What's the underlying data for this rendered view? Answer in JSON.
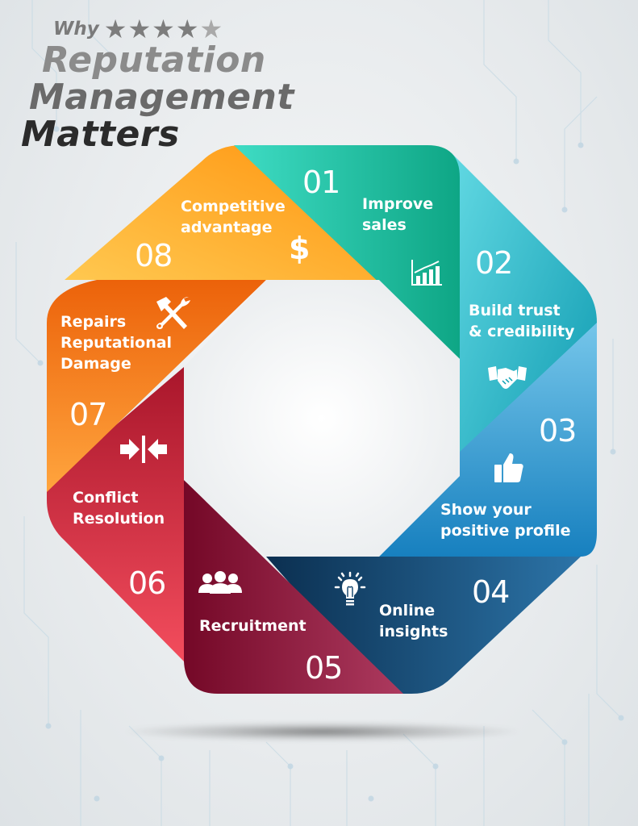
{
  "title": {
    "why": "Why",
    "stars": {
      "filled": 4,
      "total": 5
    },
    "line1": "Reputation",
    "line2": "Management",
    "line3": "Matters"
  },
  "segments": [
    {
      "number": "01",
      "label_lines": [
        "Improve",
        "sales"
      ],
      "icon": "bar-chart-icon",
      "color_start": "#38d9c0",
      "color_end": "#0fa887"
    },
    {
      "number": "02",
      "label_lines": [
        "Build trust",
        "& credibility"
      ],
      "icon": "handshake-icon",
      "color_start": "#5dd5e0",
      "color_end": "#0a9fb3"
    },
    {
      "number": "03",
      "label_lines": [
        "Show your",
        "positive profile"
      ],
      "icon": "thumbs-up-icon",
      "color_start": "#6cc3ea",
      "color_end": "#1a86c4"
    },
    {
      "number": "04",
      "label_lines": [
        "Online",
        "insights"
      ],
      "icon": "lightbulb-icon",
      "color_start": "#0d3558",
      "color_end": "#2a72a6"
    },
    {
      "number": "05",
      "label_lines": [
        "Recruitment"
      ],
      "icon": "group-icon",
      "color_start": "#7a0a2d",
      "color_end": "#a8335a"
    },
    {
      "number": "06",
      "label_lines": [
        "Conflict",
        "Resolution"
      ],
      "icon": "arrows-inward-icon",
      "color_start": "#b0192e",
      "color_end": "#f0485a"
    },
    {
      "number": "07",
      "label_lines": [
        "Repairs",
        "Reputational",
        "Damage"
      ],
      "icon": "hammer-wrench-icon",
      "color_start": "#ef6a0c",
      "color_end": "#ffa03a"
    },
    {
      "number": "08",
      "label_lines": [
        "Competitive",
        "advantage"
      ],
      "icon": "dollar-icon",
      "color_start": "#ffc24a",
      "color_end": "#ff9a10"
    }
  ]
}
